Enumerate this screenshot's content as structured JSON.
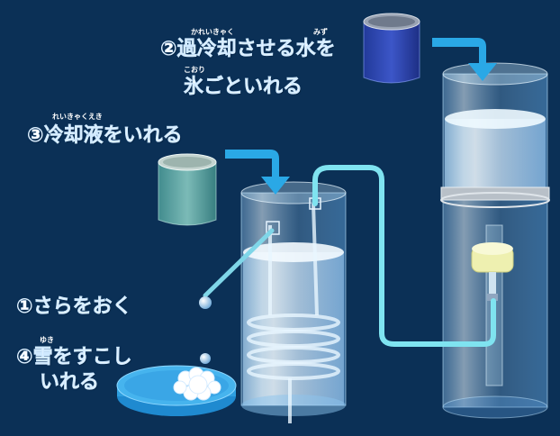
{
  "steps": {
    "step1": "①さらをおく",
    "step2_line1": "②過冷却させる水を",
    "step2_line2": "氷ごといれる",
    "step3": "③冷却液をいれる",
    "step4_line1": "④雪をすこし",
    "step4_line2": "いれる"
  },
  "furigana": {
    "kareikyaku": "かれいきゃく",
    "mizu": "みず",
    "koori": "こおり",
    "reikyakueki": "れいきゃくえき",
    "yuki": "ゆき"
  },
  "colors": {
    "background": "#0b3056",
    "arrow": "#2aa8e6",
    "tube": "#7fe3f0",
    "plate": "#2e9fe0",
    "water_blue": "#2a3fa8",
    "coolant_teal": "#5fb8b0",
    "valve_yellow": "#eef0b0"
  },
  "icons": {
    "arrow": "curved-arrow-icon",
    "snow": "snow-icon",
    "drop": "water-drop-icon"
  }
}
